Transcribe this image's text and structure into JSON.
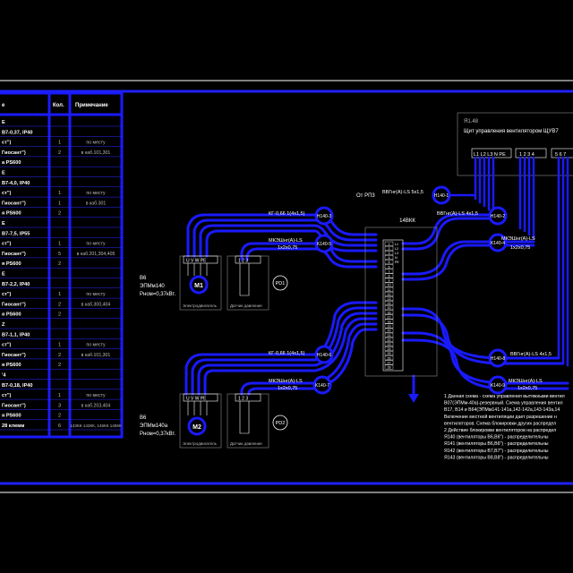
{
  "colors": {
    "background": "#000000",
    "wire": "#1a1aff",
    "frame": "#2020ff",
    "text": "#ffffff",
    "grey": "#8a8a8a"
  },
  "table": {
    "header": {
      "col1": "е",
      "col2": "Кол.",
      "col3": "Примечание"
    },
    "rows": [
      {
        "name": "Е",
        "qty": "",
        "note": ""
      },
      {
        "name": "В7-0,37, IP40",
        "qty": "",
        "note": ""
      },
      {
        "name": "ст\")",
        "qty": "1",
        "note": "по месту"
      },
      {
        "name": "Гиосант\")",
        "qty": "2",
        "note": "в каб.101,301"
      },
      {
        "name": "а PS600",
        "qty": "",
        "note": ""
      },
      {
        "name": "Е",
        "qty": "",
        "note": ""
      },
      {
        "name": "В7-4,0, IP40",
        "qty": "",
        "note": ""
      },
      {
        "name": "ст\")",
        "qty": "1",
        "note": "по месту"
      },
      {
        "name": "Гиосант\")",
        "qty": "1",
        "note": "в каб.301"
      },
      {
        "name": "я PS600",
        "qty": "2",
        "note": ""
      },
      {
        "name": "Е",
        "qty": "",
        "note": ""
      },
      {
        "name": "В7-7,5, IP55",
        "qty": "",
        "note": ""
      },
      {
        "name": "ст\")",
        "qty": "1",
        "note": "по месту"
      },
      {
        "name": "Гиосант\")",
        "qty": "5",
        "note": "в каб.201,304,405"
      },
      {
        "name": "я PS600",
        "qty": "2",
        "note": ""
      },
      {
        "name": "Е",
        "qty": "",
        "note": ""
      },
      {
        "name": "В7-2,2, IP40",
        "qty": "",
        "note": ""
      },
      {
        "name": "ст\")",
        "qty": "1",
        "note": "по месту"
      },
      {
        "name": "Гиосант\")",
        "qty": "2",
        "note": "в каб.300,404"
      },
      {
        "name": "я PS600",
        "qty": "2",
        "note": ""
      },
      {
        "name": "Z",
        "qty": "",
        "note": ""
      },
      {
        "name": "В7-1,1, IP40",
        "qty": "",
        "note": ""
      },
      {
        "name": "ст\")",
        "qty": "1",
        "note": "по месту"
      },
      {
        "name": "Гиосант\")",
        "qty": "2",
        "note": "в каб.101,301"
      },
      {
        "name": "я PS600",
        "qty": "2",
        "note": ""
      },
      {
        "name": "'4",
        "qty": "",
        "note": ""
      },
      {
        "name": "В7-0,18, IP40",
        "qty": "",
        "note": ""
      },
      {
        "name": "ст\")",
        "qty": "1",
        "note": "по месту"
      },
      {
        "name": "Гиосант\")",
        "qty": "3",
        "note": "в каб.203,404"
      },
      {
        "name": "я PS600",
        "qty": "2",
        "note": ""
      },
      {
        "name": "28 клемм",
        "qty": "6",
        "note": "143КК-143КК, 146КК 145КК"
      }
    ]
  },
  "panel": {
    "ref": "Я1.48",
    "title": "Щит управления вентилятором ЩУВ7",
    "terminals_left": "L1 L2 L3 N PE",
    "terminals_right": "1 2 3 4",
    "terminals_far": "5 6 7",
    "from_label": "От РП3"
  },
  "junction_box": {
    "label": "14ВКК"
  },
  "terminal_numbers": [
    "1",
    "2",
    "3",
    "4",
    "5",
    "6",
    "7",
    "8",
    "9",
    "10",
    "11",
    "12",
    "13",
    "14",
    "15",
    "16",
    "17",
    "18",
    "19",
    "20",
    "21",
    "22",
    "23",
    "24",
    "25",
    "26",
    "27",
    "28"
  ],
  "terminal_codes": [
    "L1",
    "L2",
    "L3",
    "N",
    "PE",
    "",
    "",
    "",
    "",
    "",
    "",
    "",
    "",
    "",
    "",
    "",
    "",
    "",
    "",
    "",
    "",
    "",
    "",
    "",
    "",
    "",
    "",
    ""
  ],
  "cables": [
    {
      "id": "H140-1",
      "spec": "ВВГнг(А)-LS 5х1,5"
    },
    {
      "id": "H140-2",
      "spec": "ВВГнг(А)-LS 4х1,5"
    },
    {
      "id": "H140-3",
      "spec": "КГ-0,66 1(4х1,5)"
    },
    {
      "id": "K140-4",
      "spec": "МКЭШнг(А)-LS",
      "spec2": "1х2х0,75"
    },
    {
      "id": "K140-5",
      "spec": "МКЭШнг(А)-LS",
      "spec2": "1х2х0,75"
    },
    {
      "id": "H140-6",
      "spec": "КГ-0,66 1(4х1,5)"
    },
    {
      "id": "K140-7",
      "spec": "МКЭШнг(А)-LS",
      "spec2": "1х2х0,75"
    },
    {
      "id": "H140-8",
      "spec": "ВВГнг(А)-LS 4х1,5"
    },
    {
      "id": "K140-9",
      "spec": "МКЭШнг(А)-LS",
      "spec2": "1х2х0,75"
    }
  ],
  "motors": [
    {
      "id": "M1",
      "name": "В6",
      "model": "ЭПМм140",
      "power": "Рном=0,37кВт.",
      "terminals": "U V W PE",
      "label": "Электродвигатель"
    },
    {
      "id": "M2",
      "name": "В6",
      "model": "ЭПМм140а",
      "power": "Рном=0,37кВт.",
      "terminals": "U V W PE",
      "label": "Электродвигатель"
    }
  ],
  "sensors": [
    {
      "id": "PD1",
      "terminals": "1 2 3",
      "label": "Датчик давления"
    },
    {
      "id": "PD2",
      "terminals": "1 2 3",
      "label": "Датчик давления"
    }
  ],
  "notes": [
    "1 Данная схема - схема управления вытяжными вентил",
    "В07(ЭПМм-40а)-резервный. Схема управления вентил",
    "В17, В14 и В64(ЭПМм141-141а,142-142а,143-143а,14",
    "Включение местной вентиляции дает разрешение н",
    "вентиляторов. Схема блокировки других распредел",
    "2 Действие блокировки вентиляторов на распредел",
    "Я140 (вентиляторы В6,В6\") - распределительны",
    "Я141 (вентиляторы В6,В6\") - распределительны",
    "Я142 (вентиляторы В7,В7\") - распределительны",
    "Я143 (вентиляторы В8,В8\") - распределительны"
  ]
}
